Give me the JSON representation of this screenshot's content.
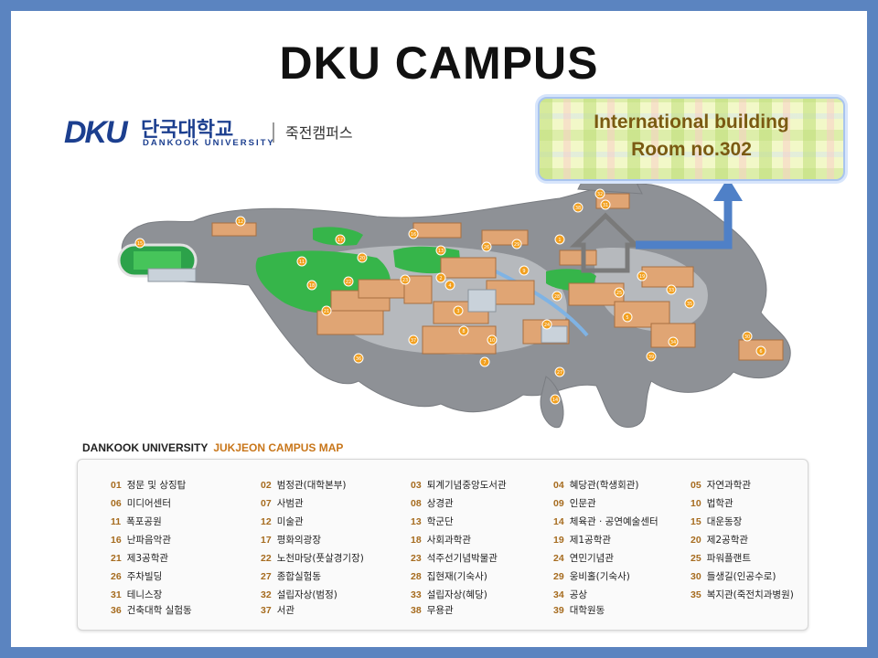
{
  "title": "DKU CAMPUS",
  "logo": {
    "mark": "DKU",
    "korean_name": "단국대학교",
    "english_name": "DANKOOK UNIVERSITY",
    "campus_name": "죽전캠퍼스"
  },
  "callout": {
    "line1": "International building",
    "line2": "Room no.302"
  },
  "legend": {
    "title_part1": "DANKOOK UNIVERSITY",
    "title_part2": "JUKJEON CAMPUS MAP",
    "entries": [
      {
        "no": "01",
        "name": "정문 및 상징탑"
      },
      {
        "no": "02",
        "name": "범정관(대학본부)"
      },
      {
        "no": "03",
        "name": "퇴계기념중앙도서관"
      },
      {
        "no": "04",
        "name": "혜당관(학생회관)"
      },
      {
        "no": "05",
        "name": "자연과학관"
      },
      {
        "no": "06",
        "name": "미디어센터"
      },
      {
        "no": "07",
        "name": "사범관"
      },
      {
        "no": "08",
        "name": "상경관"
      },
      {
        "no": "09",
        "name": "인문관"
      },
      {
        "no": "10",
        "name": "법학관"
      },
      {
        "no": "11",
        "name": "폭포공원"
      },
      {
        "no": "12",
        "name": "미술관"
      },
      {
        "no": "13",
        "name": "학군단"
      },
      {
        "no": "14",
        "name": "체육관 · 공연예술센터"
      },
      {
        "no": "15",
        "name": "대운동장"
      },
      {
        "no": "16",
        "name": "난파음악관"
      },
      {
        "no": "17",
        "name": "평화의광장"
      },
      {
        "no": "18",
        "name": "사회과학관"
      },
      {
        "no": "19",
        "name": "제1공학관"
      },
      {
        "no": "20",
        "name": "제2공학관"
      },
      {
        "no": "21",
        "name": "제3공학관"
      },
      {
        "no": "22",
        "name": "노천마당(풋살경기장)"
      },
      {
        "no": "23",
        "name": "석주선기념박물관"
      },
      {
        "no": "24",
        "name": "연민기념관"
      },
      {
        "no": "25",
        "name": "파워플랜트"
      },
      {
        "no": "26",
        "name": "주차빌딩"
      },
      {
        "no": "27",
        "name": "종합실험동"
      },
      {
        "no": "28",
        "name": "집현재(기숙사)"
      },
      {
        "no": "29",
        "name": "웅비홀(기숙사)"
      },
      {
        "no": "30",
        "name": "들생길(인공수로)"
      },
      {
        "no": "31",
        "name": "테니스장"
      },
      {
        "no": "32",
        "name": "설립자상(범정)"
      },
      {
        "no": "33",
        "name": "설립자상(혜당)"
      },
      {
        "no": "34",
        "name": "공상"
      },
      {
        "no": "35",
        "name": "복지관(죽전치과병원)"
      },
      {
        "no": "36",
        "name": "건축대학 실험동"
      },
      {
        "no": "37",
        "name": "서관"
      },
      {
        "no": "38",
        "name": "무용관"
      },
      {
        "no": "39",
        "name": "대학원동"
      }
    ]
  },
  "map_markers": [
    "15",
    "11",
    "17",
    "12",
    "16",
    "13",
    "18",
    "21",
    "22",
    "20",
    "23",
    "26",
    "29",
    "2",
    "4",
    "9",
    "3",
    "8",
    "10",
    "7",
    "28",
    "24",
    "25",
    "5",
    "33",
    "19",
    "34",
    "30",
    "35",
    "6",
    "32",
    "31",
    "27",
    "14",
    "1",
    "36",
    "37",
    "38",
    "39"
  ],
  "colors": {
    "frame": "#5b84c0",
    "arrow": "#4f80c7",
    "road": "#8e9196",
    "grass": "#36b54a",
    "building": "#e0a574",
    "marker": "#f2a01f",
    "callout_text": "#7a5a12",
    "legend_number": "#a66b1e"
  }
}
